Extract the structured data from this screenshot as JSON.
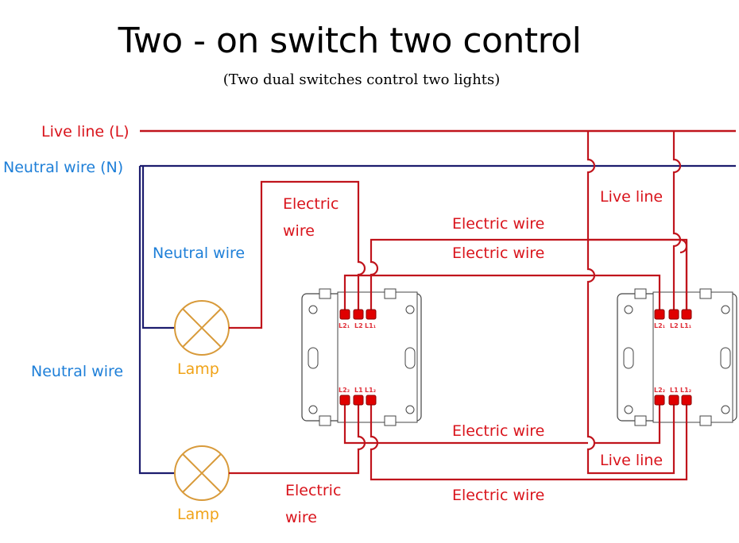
{
  "title": "Two - on switch two control",
  "subtitle": "(Two dual switches control two lights)",
  "colors": {
    "live": "#c0141c",
    "neutral": "#1c1c6e",
    "label_red": "#d9141c",
    "label_blue": "#1e7fd8",
    "lamp": "#d89a3a",
    "terminal": "#e00000",
    "switch_outline": "#444444"
  },
  "labels": {
    "live_line_L": "Live line (L)",
    "neutral_wire_N": "Neutral wire (N)",
    "neutral_wire_top": "Neutral wire",
    "neutral_wire_left": "Neutral wire",
    "electric_wire_lamp1_line1": "Electric",
    "electric_wire_lamp1_line2": "wire",
    "electric_wire_lamp2_line1": "Electric",
    "electric_wire_lamp2_line2": "wire",
    "electric_wire_top1": "Electric wire",
    "electric_wire_top2": "Electric wire",
    "electric_wire_bottom1": "Electric wire",
    "electric_wire_bottom2": "Electric wire",
    "live_line_top": "Live line",
    "live_line_bottom": "Live line",
    "lamp1": "Lamp",
    "lamp2": "Lamp"
  },
  "switches": [
    {
      "name": "left-switch",
      "top_terminals": [
        "L21",
        "L2",
        "L11"
      ],
      "bottom_terminals": [
        "L22",
        "L1",
        "L12"
      ]
    },
    {
      "name": "right-switch",
      "top_terminals": [
        "L21",
        "L2",
        "L11"
      ],
      "bottom_terminals": [
        "L22",
        "L1",
        "L12"
      ]
    }
  ],
  "terminal_labels": {
    "top": [
      "L2₁",
      "L2",
      "L1₁"
    ],
    "bottom": [
      "L2₂",
      "L1",
      "L1₂"
    ]
  }
}
